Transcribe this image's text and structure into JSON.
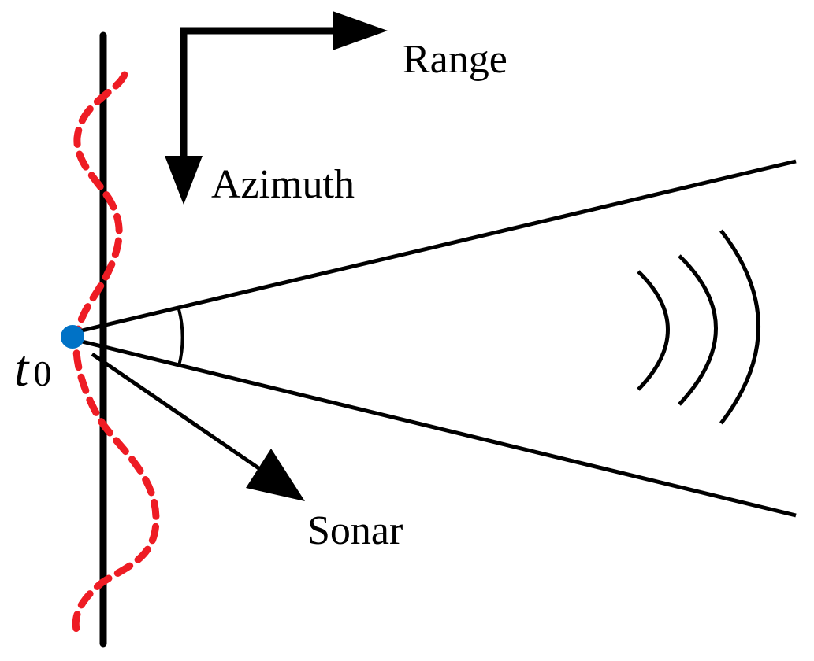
{
  "labels": {
    "range": "Range",
    "azimuth": "Azimuth",
    "sonar": "Sonar",
    "time_var": "t",
    "time_sub": "0"
  },
  "colors": {
    "stroke": "#000000",
    "trajectory": "#ee1c24",
    "point": "#0072c6",
    "background": "#ffffff"
  }
}
